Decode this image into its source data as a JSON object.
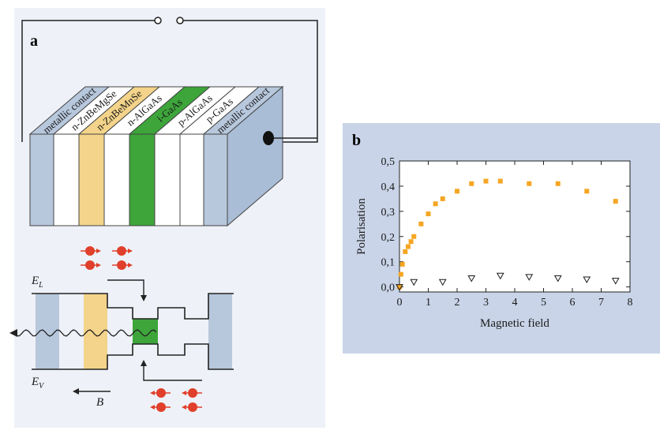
{
  "panel_a": {
    "letter": "a",
    "layers": [
      {
        "label": "metallic contact",
        "color": "#b7c7dc"
      },
      {
        "label": "n-ZnBeMgSe",
        "color": "#ffffff"
      },
      {
        "label": "n-ZnBeMnSe",
        "color": "#f4d48a"
      },
      {
        "label": "n-AlGaAs",
        "color": "#ffffff"
      },
      {
        "label": "i-GaAs",
        "color": "#3da53a"
      },
      {
        "label": "p-AlGaAs",
        "color": "#ffffff"
      },
      {
        "label": "p-GaAs",
        "color": "#ffffff"
      },
      {
        "label": "metallic contact",
        "color": "#b7c7dc"
      }
    ],
    "band": {
      "conduction_label_main": "E",
      "conduction_label_sub": "L",
      "valence_label_main": "E",
      "valence_label_sub": "V",
      "field_label": "B"
    }
  },
  "panel_b": {
    "letter": "b",
    "chart_data": {
      "type": "scatter",
      "xlabel": "Magnetic field",
      "ylabel": "Polarisation",
      "xlim": [
        0,
        8
      ],
      "ylim": [
        -0.02,
        0.5
      ],
      "xticks": [
        "0",
        "1",
        "2",
        "3",
        "4",
        "5",
        "6",
        "7",
        "8"
      ],
      "yticks": [
        "0,0",
        "0,1",
        "0,2",
        "0,3",
        "0,4",
        "0,5"
      ],
      "series": [
        {
          "marker": "square",
          "color": "#f5a623",
          "x": [
            0.0,
            0.05,
            0.1,
            0.2,
            0.3,
            0.4,
            0.5,
            0.75,
            1.0,
            1.25,
            1.5,
            2.0,
            2.5,
            3.0,
            3.5,
            4.5,
            5.5,
            6.5,
            7.5
          ],
          "y": [
            0.0,
            0.05,
            0.09,
            0.14,
            0.16,
            0.18,
            0.2,
            0.25,
            0.29,
            0.33,
            0.35,
            0.38,
            0.41,
            0.42,
            0.42,
            0.41,
            0.41,
            0.38,
            0.34
          ]
        },
        {
          "marker": "triangle-down",
          "color": "#1a1a1a",
          "x": [
            0.0,
            0.5,
            1.5,
            2.5,
            3.5,
            4.5,
            5.5,
            6.5,
            7.5
          ],
          "y": [
            0.0,
            0.02,
            0.02,
            0.035,
            0.045,
            0.04,
            0.035,
            0.03,
            0.025
          ]
        }
      ]
    }
  }
}
